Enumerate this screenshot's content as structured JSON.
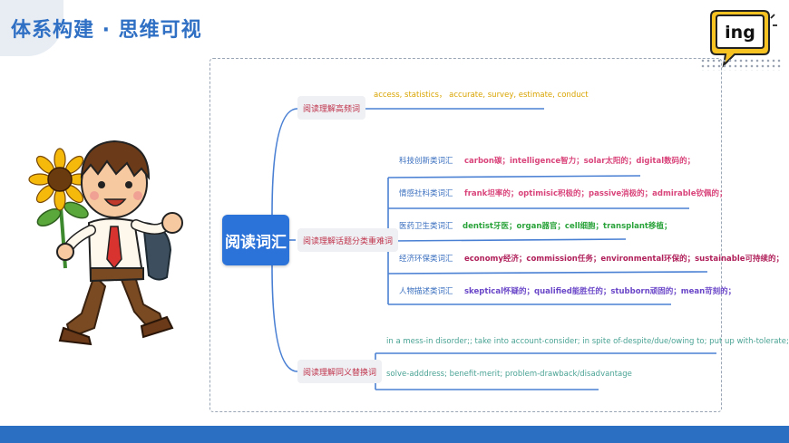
{
  "header": {
    "title": "体系构建 · 思维可视"
  },
  "badge": {
    "text": "ing"
  },
  "mindmap": {
    "root": "阅读词汇",
    "branches": [
      {
        "label": "阅读理解高频词",
        "items": [
          {
            "text": "access, statistics， accurate, survey, estimate, conduct"
          }
        ]
      },
      {
        "label": "阅读理解话题分类重难词",
        "items": [
          {
            "category": "科技创新类词汇",
            "terms": "carbon碳；intelligence智力；solar太阳的；digital数码的；"
          },
          {
            "category": "情感社科类词汇",
            "terms": "frank坦率的；optimisic积极的；passive消极的；admirable钦佩的；"
          },
          {
            "category": "医药卫生类词汇",
            "terms": "dentist牙医；organ器官；cell细胞；transplant移植；"
          },
          {
            "category": "经济环保类词汇",
            "terms": "economy经济；commission任务；environmental环保的；sustainable可持续的；"
          },
          {
            "category": "人物描述类词汇",
            "terms": "skeptical怀疑的；qualified能胜任的；stubborn顽固的；mean苛刻的；"
          }
        ]
      },
      {
        "label": "阅读理解同义替换词",
        "items": [
          {
            "text": "in a mess-in disorder;; take into account-consider; in spite of-despite/due/owing to; put up with-tolerate;"
          },
          {
            "text": "solve-adddress; benefit-merit; problem-drawback/disadvantage"
          }
        ]
      }
    ]
  },
  "colors": {
    "root": "#2b72d9",
    "line": "#4a80d4",
    "title": "#2f6fc4",
    "branch_text": "#c0334b",
    "high_freq": "#d9a400",
    "sci": "#d9447a",
    "emotion": "#d9447a",
    "medical": "#2aa33a",
    "economy": "#b0205a",
    "people": "#6a46c8",
    "synonym": "#4aa394",
    "bottom_bar": "#2a6fc2"
  }
}
